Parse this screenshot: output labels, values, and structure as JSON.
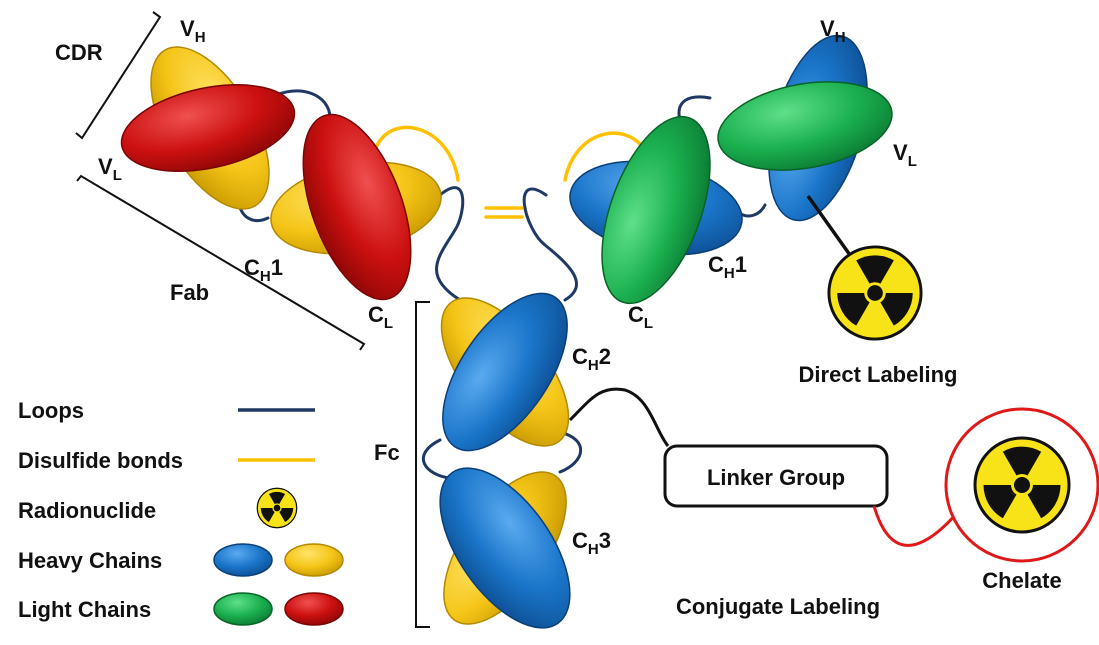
{
  "colors": {
    "heavy_blue": "#1a75c9",
    "heavy_yellow": "#f5c518",
    "light_green": "#1bb04f",
    "light_red": "#cc1010",
    "loop_navy": "#1f3864",
    "disulfide_yellow": "#ffc000",
    "chelate_ring": "#e01818",
    "radiation_yellow": "#f7e318"
  },
  "structure_labels": {
    "cdr": "CDR",
    "fab": "Fab",
    "fc": "Fc",
    "vh": "V",
    "vh_sub": "H",
    "vl": "V",
    "vl_sub": "L",
    "cl": "C",
    "cl_sub": "L",
    "ch1": "C",
    "ch1_sub": "H",
    "ch1_suffix": "1",
    "ch2": "C",
    "ch2_sub": "H",
    "ch2_suffix": "2",
    "ch3": "C",
    "ch3_sub": "H",
    "ch3_suffix": "3"
  },
  "labeling": {
    "direct": "Direct Labeling",
    "linker": "Linker Group",
    "chelate": "Chelate",
    "conjugate": "Conjugate Labeling"
  },
  "legend": {
    "items": [
      {
        "label": "Loops",
        "symbol": "line",
        "color": "#1f3864"
      },
      {
        "label": "Disulfide bonds",
        "symbol": "line",
        "color": "#ffc000"
      },
      {
        "label": "Radionuclide",
        "symbol": "radiation-icon"
      },
      {
        "label": "Heavy Chains",
        "symbol": "ellipses",
        "colors": [
          "#1a75c9",
          "#f5c518"
        ]
      },
      {
        "label": "Light Chains",
        "symbol": "ellipses",
        "colors": [
          "#1bb04f",
          "#cc1010"
        ]
      }
    ]
  }
}
